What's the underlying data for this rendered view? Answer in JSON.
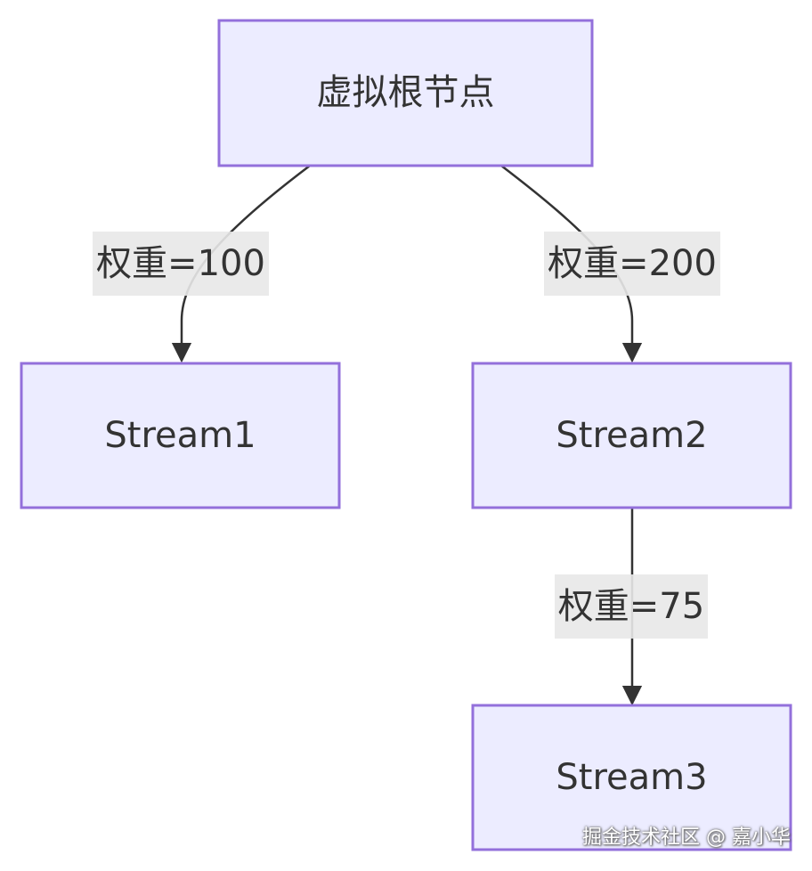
{
  "diagram": {
    "root": {
      "label": "虚拟根节点"
    },
    "stream1": {
      "label": "Stream1"
    },
    "stream2": {
      "label": "Stream2"
    },
    "stream3": {
      "label": "Stream3"
    },
    "edges": {
      "root_to_stream1": {
        "label": "权重=100"
      },
      "root_to_stream2": {
        "label": "权重=200"
      },
      "stream2_to_stream3": {
        "label": "权重=75"
      }
    }
  },
  "watermark": {
    "text": "掘金技术社区 @ 嘉小华"
  },
  "colors": {
    "node_fill": "#ECECFF",
    "node_stroke": "#9370DB",
    "edge": "#333333",
    "edge_label_bg": "#e8e8e8"
  }
}
